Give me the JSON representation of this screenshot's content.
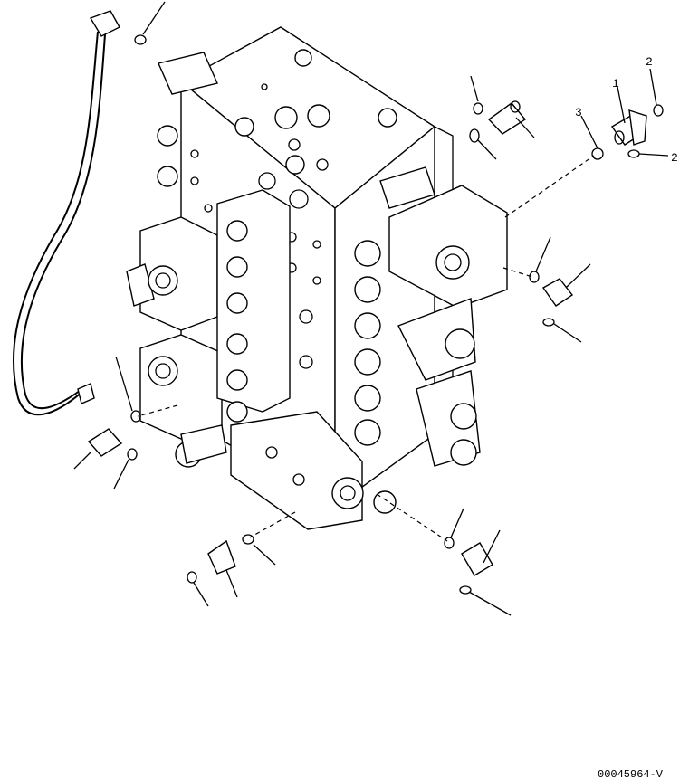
{
  "diagram": {
    "callouts": [
      {
        "id": "callout-1",
        "label": "1"
      },
      {
        "id": "callout-2a",
        "label": "2"
      },
      {
        "id": "callout-2b",
        "label": "2"
      },
      {
        "id": "callout-3",
        "label": "3"
      }
    ],
    "drawing_number": "00045964-V"
  }
}
